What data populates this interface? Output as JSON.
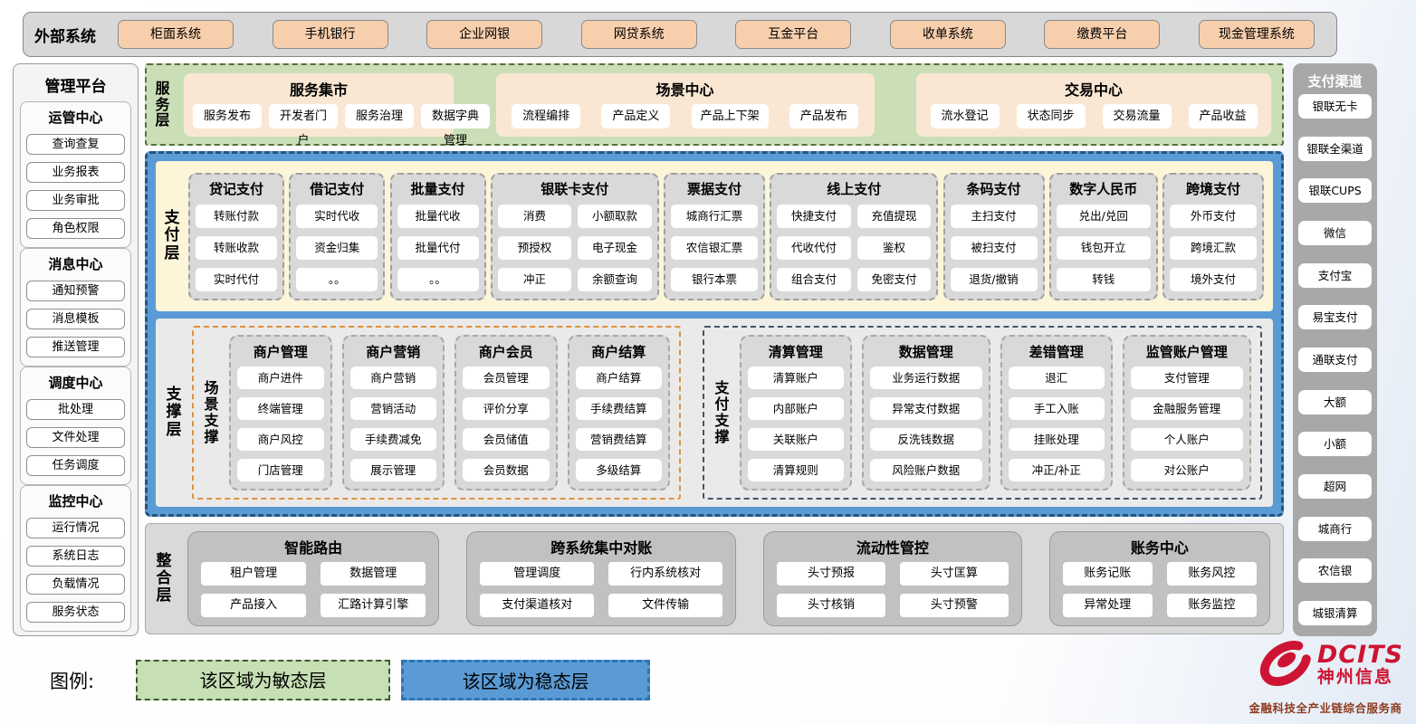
{
  "external_systems": {
    "label": "外部系统",
    "items": [
      "柜面系统",
      "手机银行",
      "企业网银",
      "网贷系统",
      "互金平台",
      "收单系统",
      "缴费平台",
      "现金管理系统"
    ]
  },
  "management_platform": {
    "title": "管理平台",
    "groups": [
      {
        "title": "运管中心",
        "items": [
          "查询查复",
          "业务报表",
          "业务审批",
          "角色权限"
        ]
      },
      {
        "title": "消息中心",
        "items": [
          "通知预警",
          "消息模板",
          "推送管理"
        ]
      },
      {
        "title": "调度中心",
        "items": [
          "批处理",
          "文件处理",
          "任务调度"
        ]
      },
      {
        "title": "监控中心",
        "items": [
          "运行情况",
          "系统日志",
          "负载情况",
          "服务状态"
        ]
      }
    ]
  },
  "service_layer": {
    "label": "服务层",
    "panels": [
      {
        "title": "服务集市",
        "items": [
          "服务发布",
          "开发者门户",
          "服务治理",
          "数据字典管理"
        ]
      },
      {
        "title": "场景中心",
        "items": [
          "流程编排",
          "产品定义",
          "产品上下架",
          "产品发布"
        ]
      },
      {
        "title": "交易中心",
        "items": [
          "流水登记",
          "状态同步",
          "交易流量",
          "产品收益"
        ]
      }
    ]
  },
  "stable_zone": {
    "payment_layer": {
      "label": "支付层",
      "columns": [
        {
          "title": "贷记支付",
          "items": [
            "转账付款",
            "转账收款",
            "实时代付"
          ]
        },
        {
          "title": "借记支付",
          "items": [
            "实时代收",
            "资金归集",
            "。。"
          ]
        },
        {
          "title": "批量支付",
          "items": [
            "批量代收",
            "批量代付",
            "。。"
          ]
        },
        {
          "title": "银联卡支付",
          "items": [
            "消费",
            "小额取款",
            "预授权",
            "电子现金",
            "冲正",
            "余额查询"
          ]
        },
        {
          "title": "票据支付",
          "items": [
            "城商行汇票",
            "农信银汇票",
            "银行本票"
          ]
        },
        {
          "title": "线上支付",
          "items": [
            "快捷支付",
            "充值提现",
            "代收代付",
            "鉴权",
            "组合支付",
            "免密支付"
          ]
        },
        {
          "title": "条码支付",
          "items": [
            "主扫支付",
            "被扫支付",
            "退货/撤销"
          ]
        },
        {
          "title": "数字人民币",
          "items": [
            "兑出/兑回",
            "钱包开立",
            "转钱"
          ]
        },
        {
          "title": "跨境支付",
          "items": [
            "外币支付",
            "跨境汇款",
            "境外支付"
          ]
        }
      ]
    },
    "support_layer": {
      "label": "支撑层",
      "groups": [
        {
          "label": "场景支撑",
          "columns": [
            {
              "title": "商户管理",
              "items": [
                "商户进件",
                "终端管理",
                "商户风控",
                "门店管理"
              ]
            },
            {
              "title": "商户营销",
              "items": [
                "商户营销",
                "营销活动",
                "手续费减免",
                "展示管理"
              ]
            },
            {
              "title": "商户会员",
              "items": [
                "会员管理",
                "评价分享",
                "会员储值",
                "会员数据"
              ]
            },
            {
              "title": "商户结算",
              "items": [
                "商户结算",
                "手续费结算",
                "营销费结算",
                "多级结算"
              ]
            }
          ]
        },
        {
          "label": "支付支撑",
          "columns": [
            {
              "title": "清算管理",
              "items": [
                "清算账户",
                "内部账户",
                "关联账户",
                "清算规则"
              ]
            },
            {
              "title": "数据管理",
              "items": [
                "业务运行数据",
                "异常支付数据",
                "反洗钱数据",
                "风险账户数据"
              ]
            },
            {
              "title": "差错管理",
              "items": [
                "退汇",
                "手工入账",
                "挂账处理",
                "冲正/补正"
              ]
            },
            {
              "title": "监管账户管理",
              "items": [
                "支付管理",
                "金融服务管理",
                "个人账户",
                "对公账户"
              ]
            }
          ]
        }
      ]
    }
  },
  "integration_layer": {
    "label": "整合层",
    "panels": [
      {
        "title": "智能路由",
        "items": [
          "租户管理",
          "数据管理",
          "产品接入",
          "汇路计算引擎"
        ]
      },
      {
        "title": "跨系统集中对账",
        "items": [
          "管理调度",
          "行内系统核对",
          "支付渠道核对",
          "文件传输"
        ]
      },
      {
        "title": "流动性管控",
        "items": [
          "头寸预报",
          "头寸匡算",
          "头寸核销",
          "头寸预警"
        ]
      },
      {
        "title": "账务中心",
        "items": [
          "账务记账",
          "账务风控",
          "异常处理",
          "账务监控"
        ]
      }
    ]
  },
  "payment_channels": {
    "title": "支付渠道",
    "items": [
      "银联无卡",
      "银联全渠道",
      "银联CUPS",
      "微信",
      "支付宝",
      "易宝支付",
      "通联支付",
      "大额",
      "小额",
      "超网",
      "城商行",
      "农信银",
      "城银清算"
    ]
  },
  "legend": {
    "label": "图例:",
    "agile_text": "该区域为敏态层",
    "stable_text": "该区域为稳态层"
  },
  "logo": {
    "brand": "DCITS",
    "company": "神州信息",
    "tagline": "金融科技全产业链综合服务商"
  },
  "colors": {
    "stable_blue": "#5b9bd5",
    "agile_green": "#c6e0b4",
    "payment_cream": "#fdf5d8",
    "external_tan": "#f8cfad",
    "scene_orange": "#e0913c",
    "panel_gray": "#d9d9d9",
    "brand_red": "#cd1432"
  }
}
